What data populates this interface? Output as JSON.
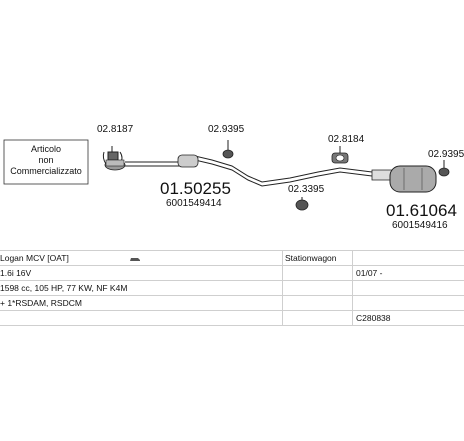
{
  "note_box": {
    "lines": [
      "Articolo",
      "non",
      "Commercializzato"
    ]
  },
  "parts": {
    "clamp_front": "02.8187",
    "hanger_1": "02.9395",
    "front_pipe": "01.50255",
    "front_pipe_oe": "6001549414",
    "clamp_rear": "02.8184",
    "hanger_2": "02.3395",
    "rear_silencer": "01.61064",
    "rear_silencer_oe": "6001549416",
    "hanger_3": "02.9395"
  },
  "info": {
    "model": "Logan MCV  [OAT]",
    "body": "Stationwagon",
    "engine": "1.6i 16V",
    "date_from": "01/07 -",
    "power": "1598 cc, 105 HP, 77 KW, NF K4M",
    "notes": "+ 1*RSDAM, RSDCM",
    "code": "C280838"
  }
}
